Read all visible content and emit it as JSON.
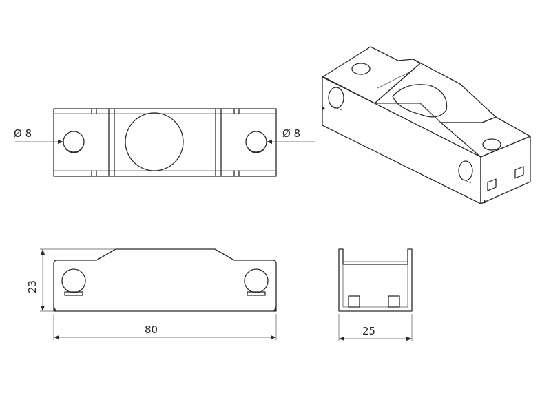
{
  "drawing": {
    "top_view": {
      "left_hole_label": "Ø 8",
      "right_hole_label": "Ø 8"
    },
    "front_view": {
      "height_label": "23",
      "length_label": "80"
    },
    "side_view": {
      "width_label": "25"
    },
    "colors": {
      "line": "#2a2a2a",
      "dimension": "#555555",
      "fill_shade": "#d8d8d8"
    }
  }
}
